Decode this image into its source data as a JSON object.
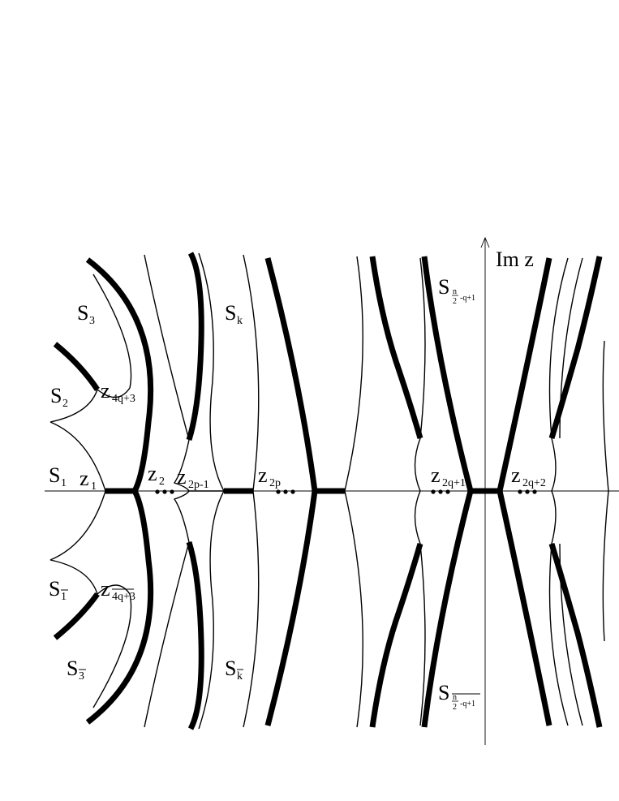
{
  "axis": {
    "imaginary_label": "Im z"
  },
  "labels": {
    "s1": {
      "main": "S",
      "sub": "1"
    },
    "s2": {
      "main": "S",
      "sub": "2"
    },
    "s3": {
      "main": "S",
      "sub": "3"
    },
    "s1bar": {
      "main": "S",
      "sub": "1"
    },
    "s3bar": {
      "main": "S",
      "sub": "3"
    },
    "sk": {
      "main": "S",
      "sub": "k"
    },
    "skbar": {
      "main": "S",
      "sub": "k"
    },
    "s_top": {
      "main": "S",
      "frac_num": "n",
      "frac_den": "2",
      "rest": "-q+1"
    },
    "s_bot": {
      "main": "S",
      "frac_num": "n",
      "frac_den": "2",
      "rest": "-q+1"
    },
    "z1": {
      "main": "z",
      "sub": "1"
    },
    "z2": {
      "main": "z",
      "sub": "2"
    },
    "z2p1": {
      "main": "z",
      "sub": "2p-1"
    },
    "z2p": {
      "main": "z",
      "sub": "2p"
    },
    "z2q1": {
      "main": "z",
      "sub": "2q+1"
    },
    "z2q2": {
      "main": "z",
      "sub": "2q+2"
    },
    "z4q3": {
      "main": "z",
      "sub": "4q+3"
    },
    "z4q3bar": {
      "main": "z",
      "sub": "4q+3"
    }
  }
}
